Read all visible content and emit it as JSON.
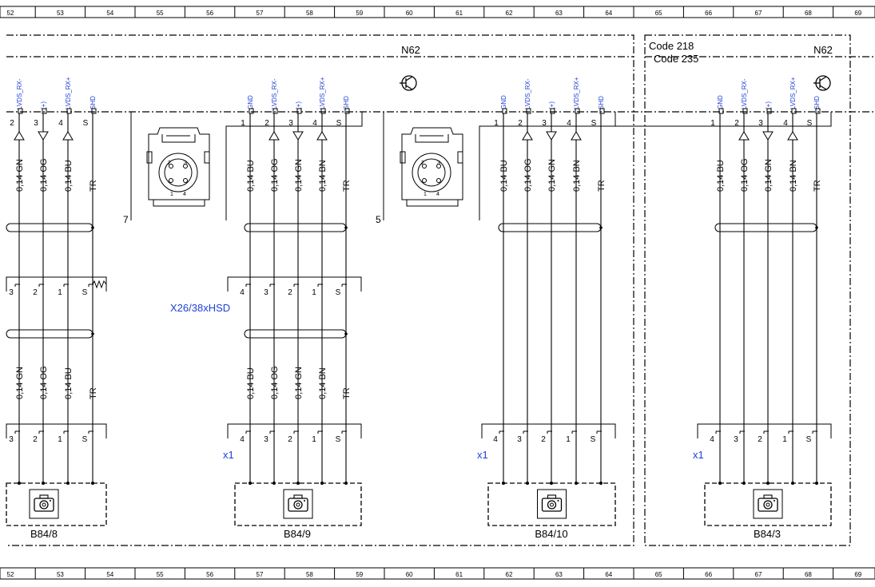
{
  "ruler": [
    "52",
    "53",
    "54",
    "55",
    "56",
    "57",
    "58",
    "59",
    "60",
    "61",
    "62",
    "63",
    "64",
    "65",
    "66",
    "67",
    "68",
    "69"
  ],
  "module_left": "N62",
  "module_right": "N62",
  "code_a": "Code 218",
  "code_b": "Code 235",
  "connector_hsd": "X26/38xHSD",
  "connector_x1": "x1",
  "cameras": {
    "b848": "B84/8",
    "b849": "B84/9",
    "b8410": "B84/10",
    "b843": "B84/3"
  },
  "plug_numbers": {
    "left": "7",
    "right": "5"
  },
  "pin_labels": {
    "gnd": "GND",
    "rxm": "LVDS_RX-",
    "plus": "(+)",
    "rxp": "LVDS_RX+",
    "shd": "SHD"
  },
  "pin_numbers": {
    "p1": "1",
    "p2": "2",
    "p3": "3",
    "p4": "4",
    "ps": "S"
  },
  "wires": {
    "gn": "0,14 GN",
    "og": "0,14 OG",
    "bu": "0,14 BU",
    "bn": "0,14 BN",
    "tr": "TR"
  },
  "colors": {
    "signal_label": "#1f3fd6",
    "line": "#000000"
  },
  "icons": {
    "ground": "transistor-symbol-icon",
    "camera": "camera-icon"
  }
}
